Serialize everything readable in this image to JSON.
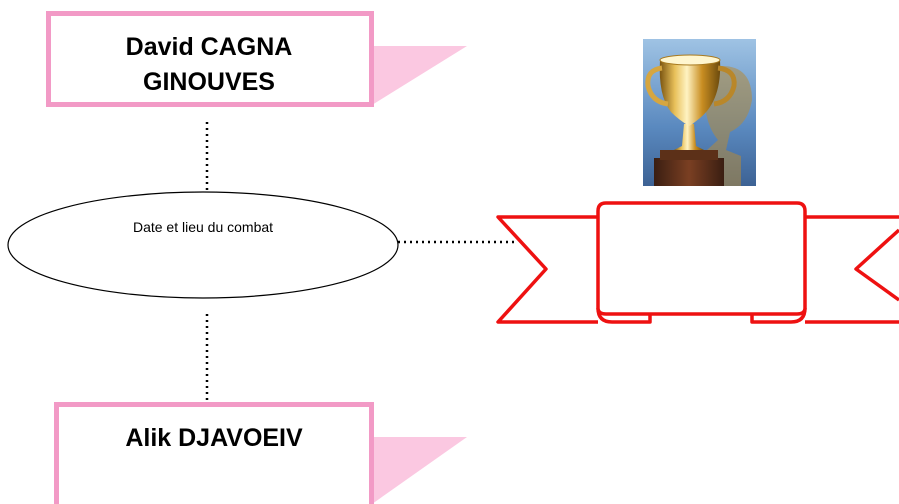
{
  "diagram": {
    "fighter_top": {
      "line1": "David CAGNA",
      "line2": "GINOUVES"
    },
    "event": {
      "label": "Date et lieu du combat"
    },
    "fighter_bottom": {
      "line1": "Alik DJAVOEIV"
    },
    "winner_banner": {
      "text": ""
    },
    "icons": {
      "trophy": "trophy-icon",
      "banner": "ribbon-banner"
    },
    "colors": {
      "card_border": "#f29ac6",
      "card_shadow": "#fbc8e1",
      "banner_stroke": "#ee1111",
      "connector": "#000000"
    }
  }
}
